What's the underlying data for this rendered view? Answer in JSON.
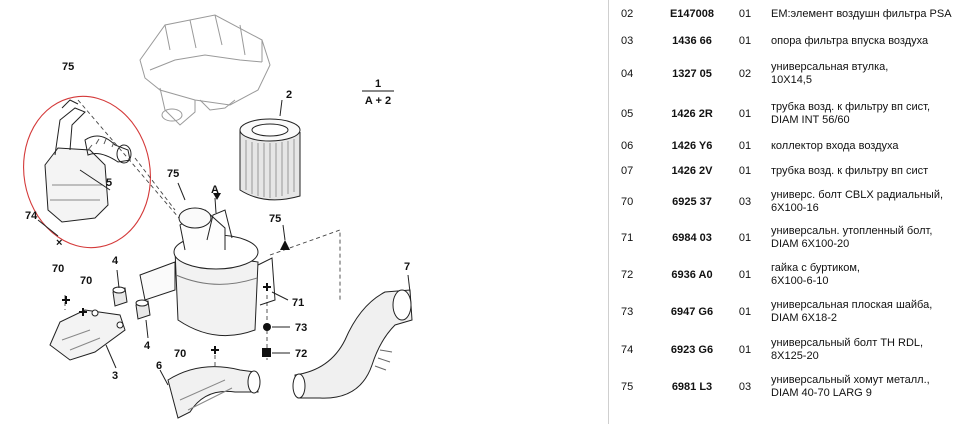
{
  "diagram": {
    "callouts": {
      "c75a": "75",
      "c75b": "75",
      "c75c": "75",
      "c5": "5",
      "c74": "74",
      "c2": "2",
      "cA": "A",
      "c70a": "70",
      "c70b": "70",
      "c70c": "70",
      "c4a": "4",
      "c4b": "4",
      "c3": "3",
      "c6": "6",
      "c71": "71",
      "c73": "73",
      "c72": "72",
      "c7": "7"
    },
    "fraction": {
      "top": "1",
      "bottom": "A + 2"
    }
  },
  "parts": [
    {
      "pos": "02",
      "ref": "E147008",
      "qty": "01",
      "desc": [
        "ЕМ:элемент воздушн фильтра PSA"
      ]
    },
    {
      "pos": "03",
      "ref": "1436 66",
      "qty": "01",
      "desc": [
        "опора фильтра впуска воздуха"
      ]
    },
    {
      "pos": "04",
      "ref": "1327 05",
      "qty": "02",
      "desc": [
        "универсальная втулка,",
        "10Х14,5"
      ]
    },
    {
      "pos": "05",
      "ref": "1426 2R",
      "qty": "01",
      "desc": [
        "трубка возд. к фильтру вп сист,",
        "DIAM INT 56/60"
      ]
    },
    {
      "pos": "06",
      "ref": "1426 Y6",
      "qty": "01",
      "desc": [
        "коллектор входа воздуха"
      ]
    },
    {
      "pos": "07",
      "ref": "1426 2V",
      "qty": "01",
      "desc": [
        "трубка возд. к фильтру вп сист"
      ]
    },
    {
      "pos": "70",
      "ref": "6925 37",
      "qty": "03",
      "desc": [
        "универс. болт CBLX радиальный,",
        "6Х100-16"
      ]
    },
    {
      "pos": "71",
      "ref": "6984 03",
      "qty": "01",
      "desc": [
        "универсальн. утопленный болт,",
        "DIAM 6Х100-20"
      ]
    },
    {
      "pos": "72",
      "ref": "6936 A0",
      "qty": "01",
      "desc": [
        "гайка с буртиком,",
        "6Х100-6-10"
      ]
    },
    {
      "pos": "73",
      "ref": "6947 G6",
      "qty": "01",
      "desc": [
        "универсальная плоская шайба,",
        "DIAM 6Х18-2"
      ]
    },
    {
      "pos": "74",
      "ref": "6923 G6",
      "qty": "01",
      "desc": [
        "универсальный болт TH RDL,",
        "8Х125-20"
      ]
    },
    {
      "pos": "75",
      "ref": "6981 L3",
      "qty": "03",
      "desc": [
        "универсальный хомут металл.,",
        "DIAM 40-70 LARG 9"
      ]
    }
  ]
}
